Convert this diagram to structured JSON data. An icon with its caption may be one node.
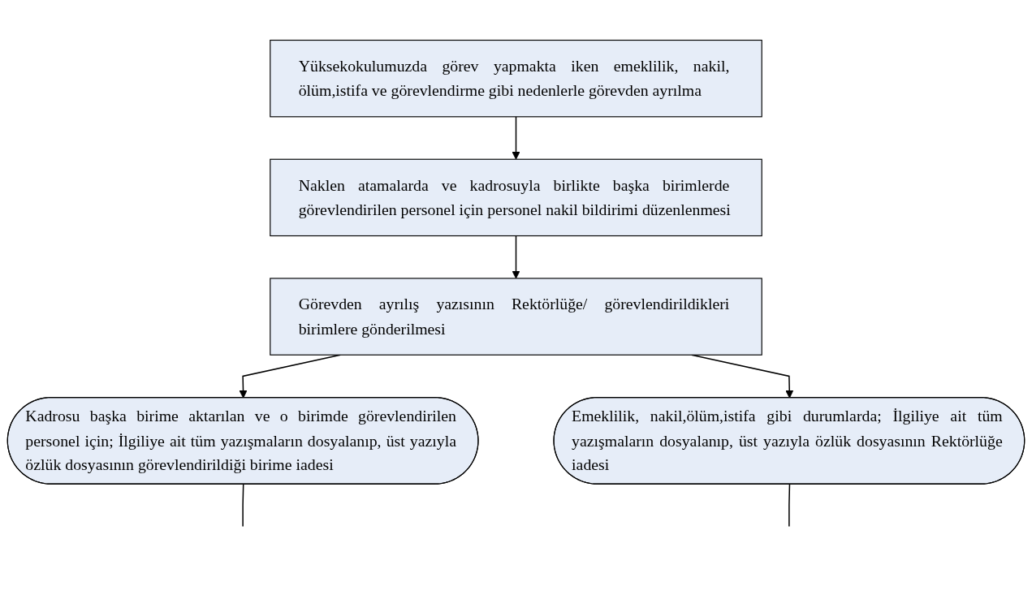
{
  "diagram": {
    "nodes": [
      {
        "text": [
          "Yüksekokulumuzda görev yapmakta iken emeklilik, nakil, ölüm,istifa ve görevlendirme gibi nedenlerle görevden ayrılma"
        ]
      },
      {
        "text": [
          "Naklen atamalarda ve kadrosuyla birlikte başka birimlerde görevlendirilen personel için personel nakil bildirimi düzenlenmesi"
        ]
      },
      {
        "text": [
          "Görevden ayrılış yazısının Rektörlüğe/ görevlendirildikleri birimlere gönderilmesi"
        ]
      },
      {
        "text": [
          "Kadrosu başka birime aktarılan ve o birimde görevlendirilen personel için; İlgiliye ait tüm yazışmaların dosyalanıp, üst yazıyla özlük dosyasının görevlendirildiği birime iadesi"
        ]
      },
      {
        "text": [
          "Emeklilik, nakil,ölüm,istifa gibi durumlarda; İlgiliye ait tüm yazışmaların dosyalanıp, üst yazıyla özlük dosyasının Rektörlüğe iadesi"
        ]
      }
    ],
    "edges": [
      {
        "from": 0,
        "to": 1,
        "arrow": "to"
      },
      {
        "from": 1,
        "to": 2,
        "arrow": "to"
      },
      {
        "from": 2,
        "to": 3,
        "arrow": "to"
      },
      {
        "from": 2,
        "to": 4,
        "arrow": "to"
      },
      {
        "from": 3,
        "to": null,
        "arrow": "none"
      },
      {
        "from": 4,
        "to": null,
        "arrow": "none"
      }
    ]
  }
}
